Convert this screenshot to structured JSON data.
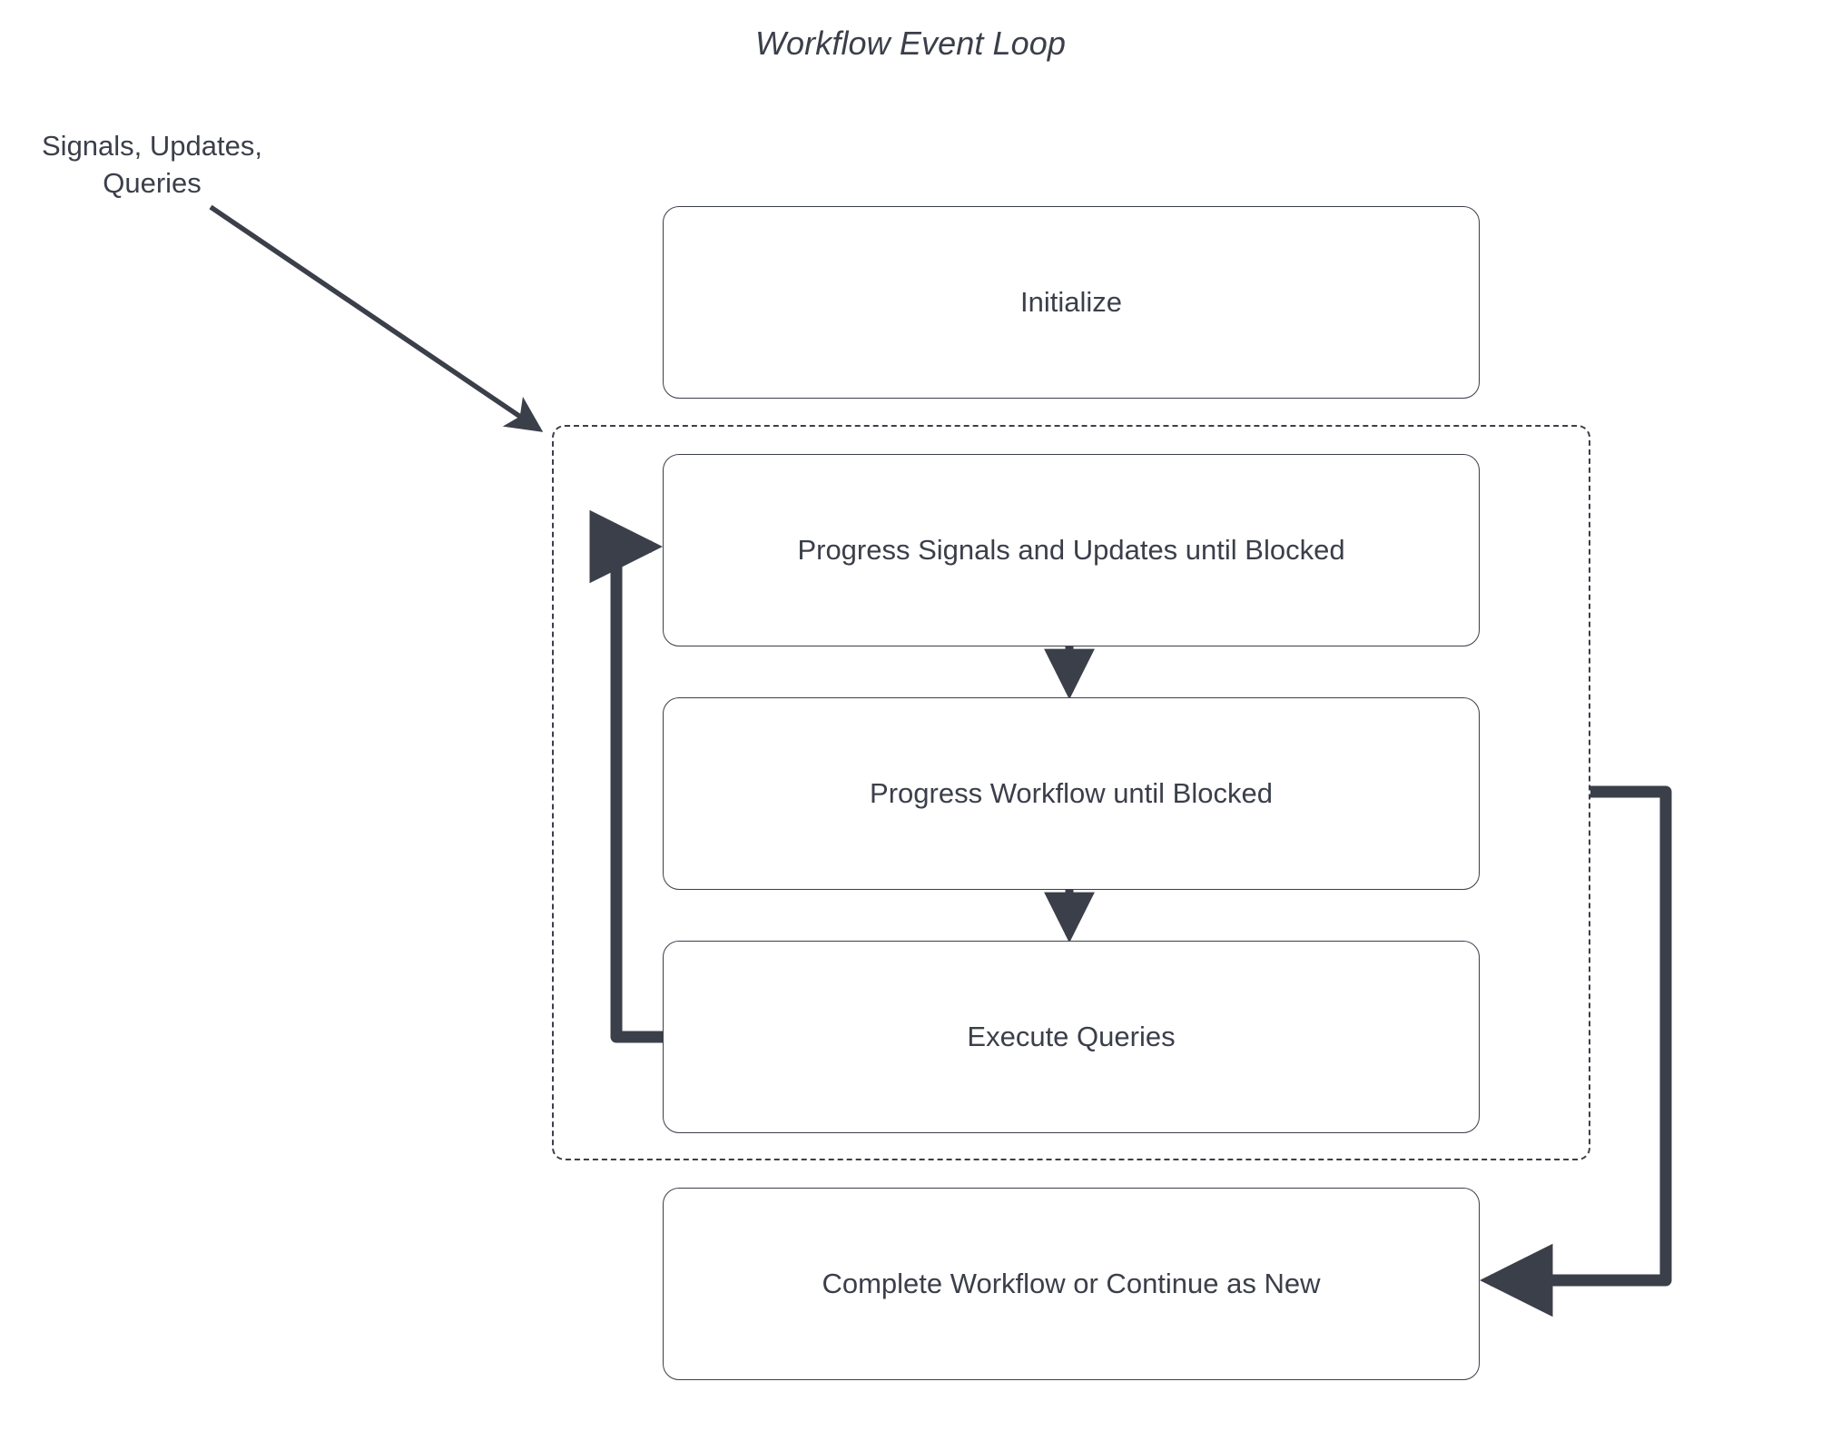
{
  "diagram": {
    "title": "Workflow Event Loop",
    "external_input_label": "Signals, Updates,\nQueries",
    "nodes": [
      {
        "id": "initialize",
        "label": "Initialize"
      },
      {
        "id": "progress-signals",
        "label": "Progress Signals and Updates until Blocked"
      },
      {
        "id": "progress-workflow",
        "label": "Progress Workflow until Blocked"
      },
      {
        "id": "execute-queries",
        "label": "Execute Queries"
      },
      {
        "id": "complete-workflow",
        "label": "Complete Workflow or Continue as New"
      }
    ],
    "group": {
      "id": "event-loop-group",
      "style": "dashed",
      "contains": [
        "progress-signals",
        "progress-workflow",
        "execute-queries"
      ]
    },
    "edges": [
      {
        "id": "edge-input-to-loop",
        "from": "Signals, Updates, Queries",
        "to": "event-loop-group",
        "style": "diagonal-arrow"
      },
      {
        "id": "edge-signals-to-workflow",
        "from": "progress-signals",
        "to": "progress-workflow",
        "style": "arrow-down"
      },
      {
        "id": "edge-workflow-to-queries",
        "from": "progress-workflow",
        "to": "execute-queries",
        "style": "arrow-down"
      },
      {
        "id": "edge-queries-loopback",
        "from": "execute-queries",
        "to": "progress-signals",
        "style": "left-loop-arrow"
      },
      {
        "id": "edge-loop-to-complete",
        "from": "event-loop-group",
        "to": "complete-workflow",
        "style": "right-loop-arrow"
      }
    ],
    "colors": {
      "stroke": "#3b3f4a",
      "text": "#3b3f4a",
      "background": "#ffffff",
      "node_fill": "#ffffff"
    }
  }
}
